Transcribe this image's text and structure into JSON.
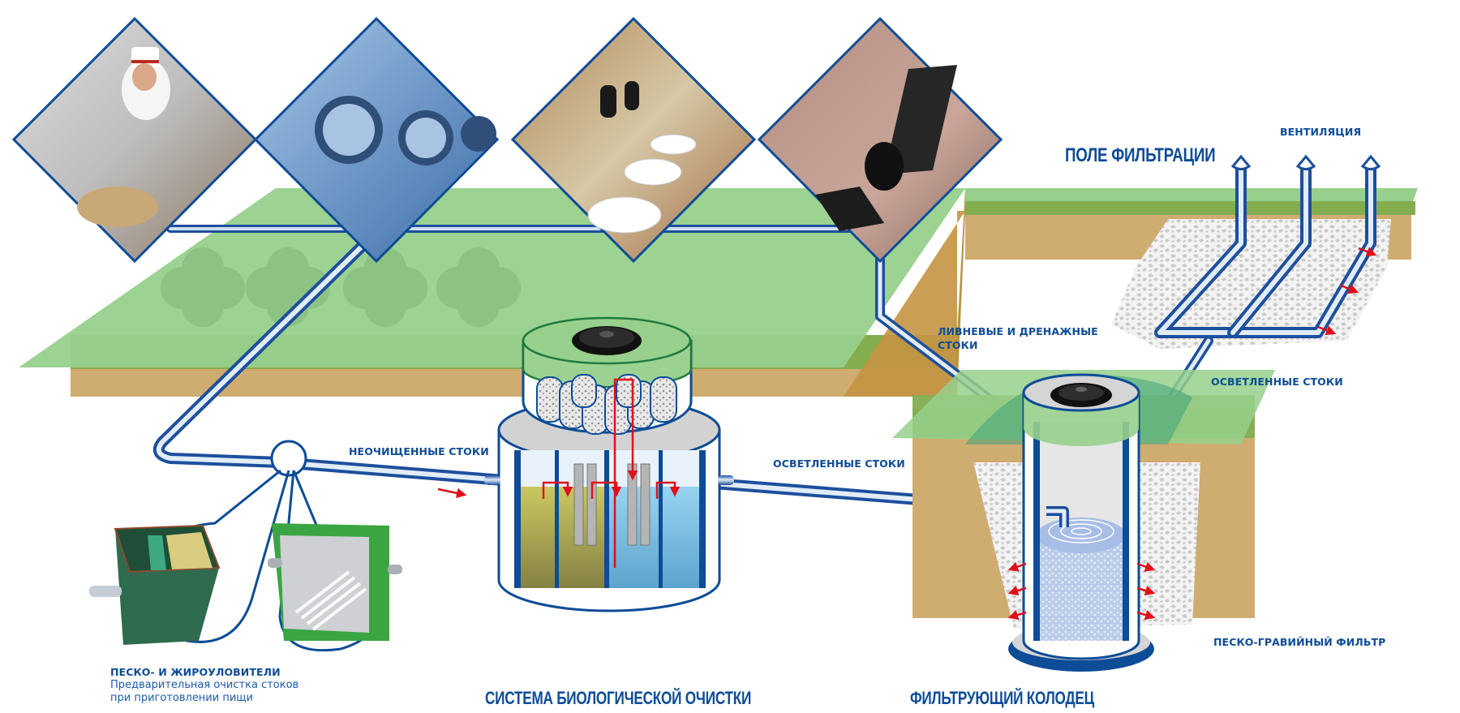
{
  "diagram": {
    "title_filter_field": "ПОЛЕ ФИЛЬТРАЦИИ",
    "title_bio_system": "СИСТЕМА БИОЛОГИЧЕСКОЙ ОЧИСТКИ",
    "title_filter_well": "ФИЛЬТРУЮЩИЙ КОЛОДЕЦ",
    "labels": {
      "ventilation": "ВЕНТИЛЯЦИЯ",
      "storm_drain_line1": "ЛИВНЕВЫЕ И ДРЕНАЖНЫЕ",
      "storm_drain_line2": "СТОКИ",
      "clarified_to_field": "ОСВЕТЛЕННЫЕ СТОКИ",
      "raw_sewage": "НЕОЧИЩЕННЫЕ СТОКИ",
      "clarified_to_well": "ОСВЕТЛЕННЫЕ СТОКИ",
      "sand_gravel_filter": "ПЕСКО-ГРАВИЙНЫЙ ФИЛЬТР"
    },
    "grease_trap": {
      "title": "ПЕСКО- И ЖИРОУЛОВИТЕЛИ",
      "desc_line1": "Предварительная очистка стоков",
      "desc_line2": "при приготовлении пищи"
    },
    "sources": [
      {
        "name": "kitchen",
        "caption": "kitchen-photo"
      },
      {
        "name": "laundry",
        "caption": "laundry-photo"
      },
      {
        "name": "washroom",
        "caption": "washroom-photo"
      },
      {
        "name": "downspout",
        "caption": "downspout-photo"
      }
    ],
    "colors": {
      "brand_blue": "#0d4c96",
      "grass": "#97d08c",
      "turf": "#84ad50",
      "soil": "#cfac70",
      "flow_arrow": "#e0101a"
    }
  }
}
